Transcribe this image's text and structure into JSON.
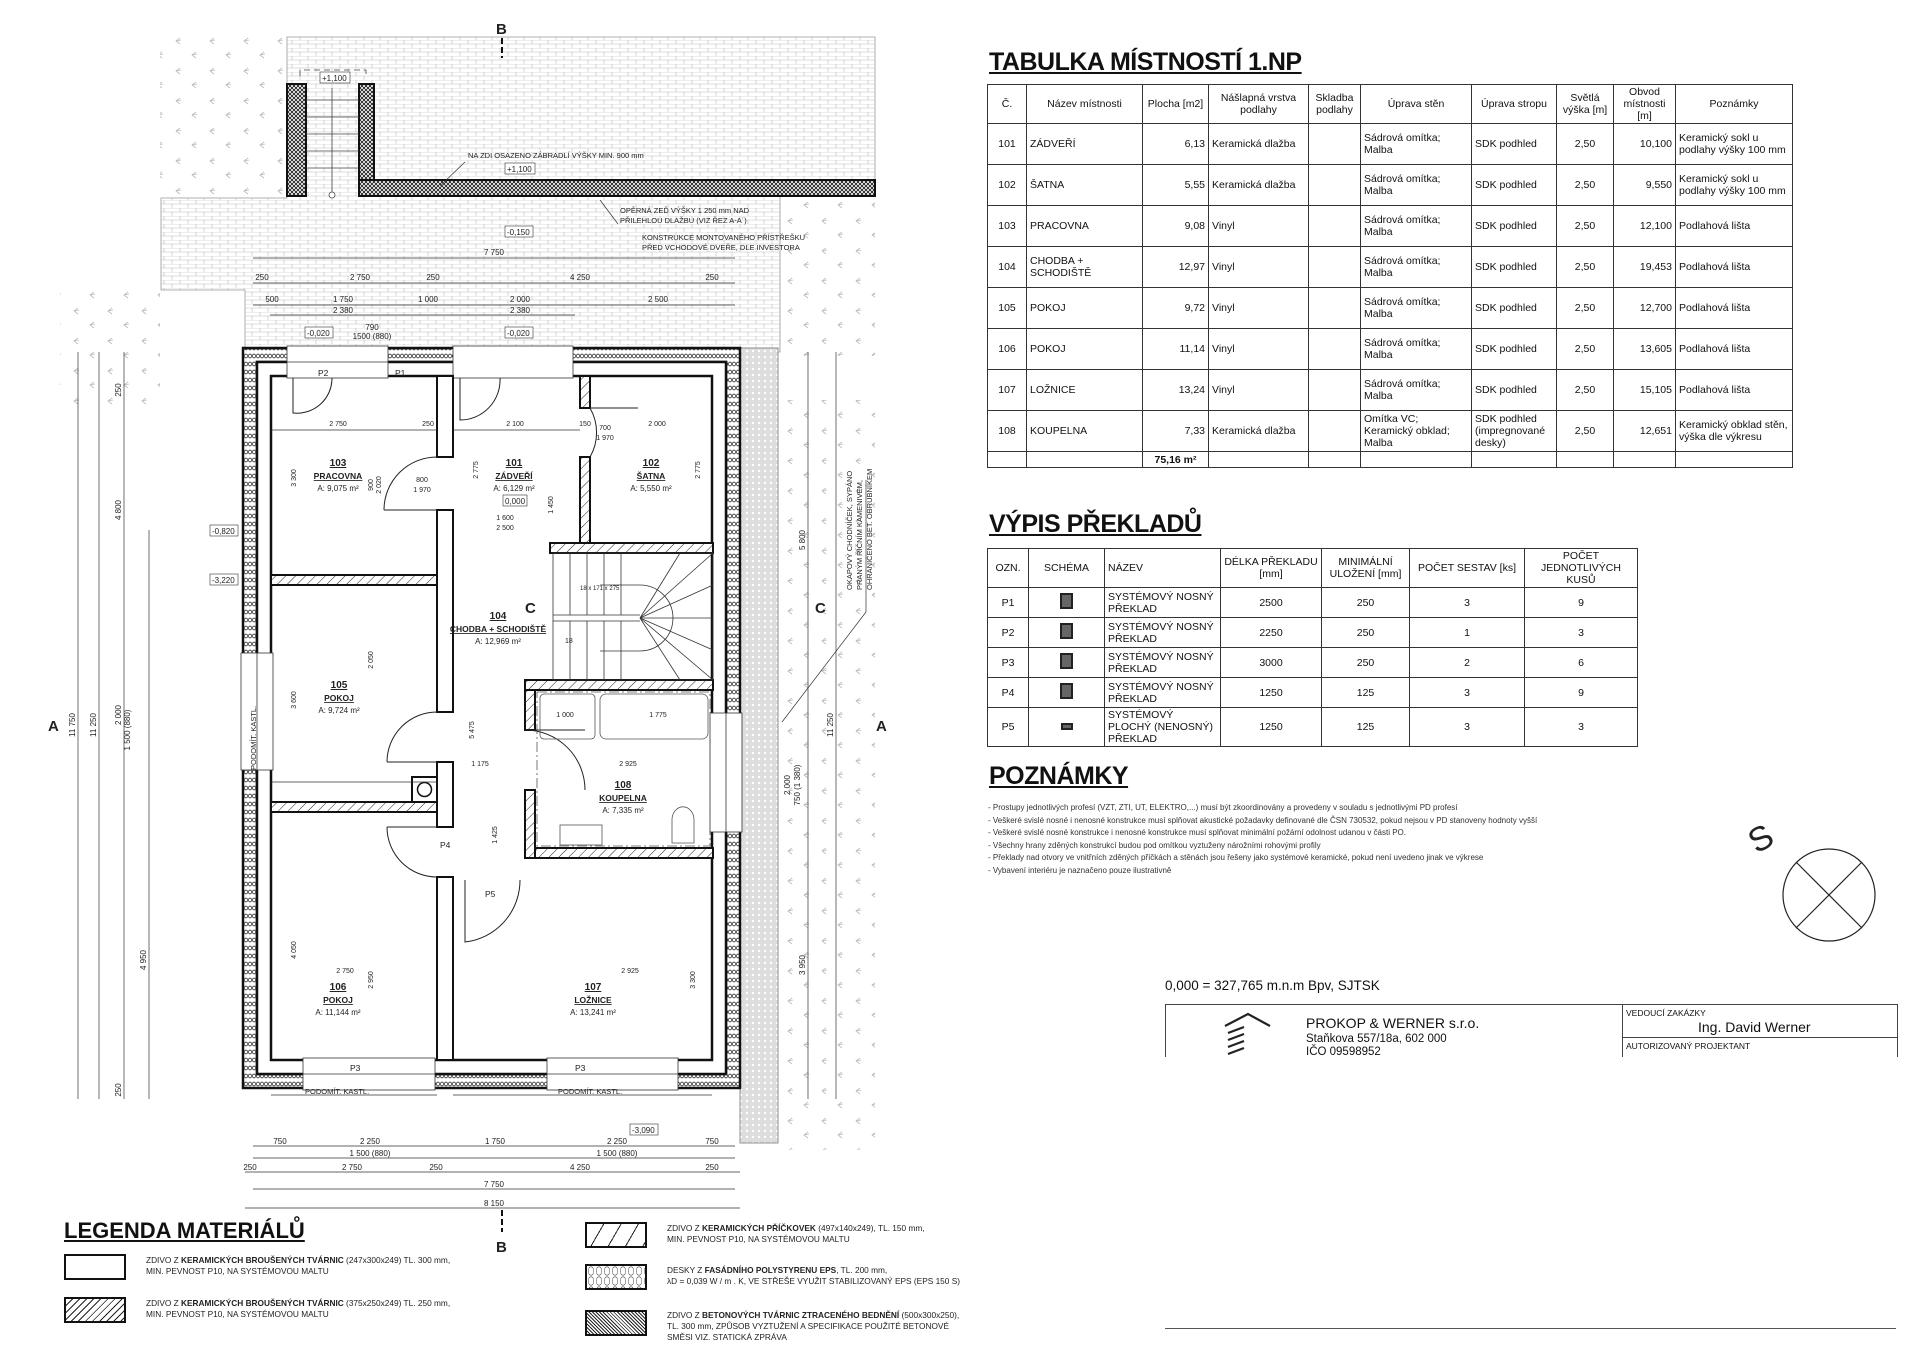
{
  "room_table": {
    "title": "TABULKA MÍSTNOSTÍ 1.NP",
    "headers": [
      "Č.",
      "Název místnosti",
      "Plocha [m2]",
      "Nášlapná vrstva podlahy",
      "Skladba podlahy",
      "Úprava stěn",
      "Úprava stropu",
      "Světlá výška [m]",
      "Obvod místnosti [m]",
      "Poznámky"
    ],
    "rows": [
      [
        "101",
        "ZÁDVEŘÍ",
        "6,13",
        "Keramická dlažba",
        "",
        "Sádrová omítka; Malba",
        "SDK podhled",
        "2,50",
        "10,100",
        "Keramický sokl u podlahy výšky 100 mm"
      ],
      [
        "102",
        "ŠATNA",
        "5,55",
        "Keramická dlažba",
        "",
        "Sádrová omítka; Malba",
        "SDK podhled",
        "2,50",
        "9,550",
        "Keramický sokl u podlahy výšky 100 mm"
      ],
      [
        "103",
        "PRACOVNA",
        "9,08",
        "Vinyl",
        "",
        "Sádrová omítka; Malba",
        "SDK podhled",
        "2,50",
        "12,100",
        "Podlahová lišta"
      ],
      [
        "104",
        "CHODBA + SCHODIŠTĚ",
        "12,97",
        "Vinyl",
        "",
        "Sádrová omítka; Malba",
        "SDK podhled",
        "2,50",
        "19,453",
        "Podlahová lišta"
      ],
      [
        "105",
        "POKOJ",
        "9,72",
        "Vinyl",
        "",
        "Sádrová omítka; Malba",
        "SDK podhled",
        "2,50",
        "12,700",
        "Podlahová lišta"
      ],
      [
        "106",
        "POKOJ",
        "11,14",
        "Vinyl",
        "",
        "Sádrová omítka; Malba",
        "SDK podhled",
        "2,50",
        "13,605",
        "Podlahová lišta"
      ],
      [
        "107",
        "LOŽNICE",
        "13,24",
        "Vinyl",
        "",
        "Sádrová omítka; Malba",
        "SDK podhled",
        "2,50",
        "15,105",
        "Podlahová lišta"
      ],
      [
        "108",
        "KOUPELNA",
        "7,33",
        "Keramická dlažba",
        "",
        "Omítka VC; Keramický obklad; Malba",
        "SDK podhled (impregnované desky)",
        "2,50",
        "12,651",
        "Keramický obklad stěn,  výška dle výkresu"
      ]
    ],
    "total": "75,16 m²"
  },
  "lintel_table": {
    "title": "VÝPIS PŘEKLADŮ",
    "headers": [
      "OZN.",
      "SCHÉMA",
      "NÁZEV",
      "DÉLKA PŘEKLADU [mm]",
      "MINIMÁLNÍ ULOŽENÍ [mm]",
      "POČET SESTAV [ks]",
      "POČET JEDNOTLIVÝCH KUSŮ"
    ],
    "rows": [
      {
        "code": "P1",
        "schema": "nosny",
        "name": "SYSTÉMOVÝ NOSNÝ PŘEKLAD",
        "length": "2500",
        "bearing": "250",
        "sets": "3",
        "pieces": "9"
      },
      {
        "code": "P2",
        "schema": "nosny",
        "name": "SYSTÉMOVÝ NOSNÝ PŘEKLAD",
        "length": "2250",
        "bearing": "250",
        "sets": "1",
        "pieces": "3"
      },
      {
        "code": "P3",
        "schema": "nosny",
        "name": "SYSTÉMOVÝ NOSNÝ PŘEKLAD",
        "length": "3000",
        "bearing": "250",
        "sets": "2",
        "pieces": "6"
      },
      {
        "code": "P4",
        "schema": "nosny",
        "name": "SYSTÉMOVÝ NOSNÝ PŘEKLAD",
        "length": "1250",
        "bearing": "125",
        "sets": "3",
        "pieces": "9"
      },
      {
        "code": "P5",
        "schema": "plochy",
        "name": "SYSTÉMOVÝ PLOCHÝ (NENOSNÝ) PŘEKLAD",
        "length": "1250",
        "bearing": "125",
        "sets": "3",
        "pieces": "3"
      }
    ]
  },
  "notes": {
    "title": "POZNÁMKY",
    "items": [
      "- Prostupy jednotlivých profesí (VZT, ZTI, UT, ELEKTRO,...) musí být zkoordinovány a provedeny v souladu s jednotlivými PD profesí",
      "- Veškeré svislé nosné i nenosné konstrukce musí splňovat akustické požadavky definované dle ČSN 730532, pokud nejsou v PD stanoveny hodnoty vyšší",
      "- Veškeré svislé nosné konstrukce i nenosné konstrukce musí splňovat minimální požární odolnost udanou v části PO.",
      "- Všechny hrany zděných konstrukcí budou pod omítkou vyztuženy nárožními rohovými profily",
      "- Překlady nad otvory ve vnitřních zděných příčkách a stěnách jsou řešeny jako systémové keramické, pokud není uvedeno jinak ve výkrese",
      "- Vybavení interiéru je naznačeno pouze ilustrativně"
    ]
  },
  "elevation_reference": "0,000 = 327,765 m.n.m Bpv, SJTSK",
  "title_block": {
    "company": "PROKOP & WERNER s.r.o.",
    "address": "Staňkova 557/18a, 602 000",
    "ico": "IČO 09598952",
    "lead_label": "VEDOUCÍ ZAKÁZKY",
    "lead_name": "Ing. David Werner",
    "author_label": "AUTORIZOVANÝ PROJEKTANT"
  },
  "legend": {
    "title": "LEGENDA MATERIÁLŮ",
    "items": [
      {
        "pre": "ZDIVO Z ",
        "bold": "KERAMICKÝCH BROUŠENÝCH TVÁRNIC",
        "post": " (247x300x249) TL. 300 mm,",
        "line2": "MIN. PEVNOST P10, NA SYSTÉMOVOU MALTU",
        "line3": ""
      },
      {
        "pre": "ZDIVO Z ",
        "bold": "KERAMICKÝCH BROUŠENÝCH TVÁRNIC",
        "post": " (375x250x249) TL. 250 mm,",
        "line2": "MIN. PEVNOST P10, NA SYSTÉMOVOU MALTU",
        "line3": ""
      },
      {
        "pre": "ZDIVO Z ",
        "bold": "KERAMICKÝCH PŘÍČKOVEK",
        "post": " (497x140x249), TL. 150 mm,",
        "line2": "MIN. PEVNOST P10, NA SYSTÉMOVOU MALTU",
        "line3": ""
      },
      {
        "pre": "DESKY Z ",
        "bold": "FASÁDNÍHO POLYSTYRENU EPS",
        "post": ", TL. 200 mm,",
        "line2": "λD = 0,039 W / m . K, VE STŘEŠE VYUŽIT STABILIZOVANÝ EPS (EPS 150 S)",
        "line3": ""
      },
      {
        "pre": "ZDIVO Z ",
        "bold": "BETONOVÝCH TVÁRNIC ZTRACENÉHO BEDNĚNÍ",
        "post": " (500x300x250),",
        "line2": "TL. 300 mm, ZPŮSOB VYZTUŽENÍ A SPECIFIKACE POUŽITÉ BETONOVÉ",
        "line3": "SMĚSI VIZ. STATICKÁ ZPRÁVA"
      }
    ]
  },
  "plan": {
    "rooms": [
      {
        "number": "101",
        "name": "ZÁDVEŘÍ",
        "area": "A: 6,129 m²"
      },
      {
        "number": "102",
        "name": "ŠATNA",
        "area": "A: 5,550 m²"
      },
      {
        "number": "103",
        "name": "PRACOVNA",
        "area": "A: 9,075 m²"
      },
      {
        "number": "104",
        "name": "CHODBA + SCHODIŠTĚ",
        "area": "A: 12,969 m²"
      },
      {
        "number": "105",
        "name": "POKOJ",
        "area": "A: 9,724 m²"
      },
      {
        "number": "106",
        "name": "POKOJ",
        "area": "A: 11,144 m²"
      },
      {
        "number": "107",
        "name": "LOŽNICE",
        "area": "A: 13,241 m²"
      },
      {
        "number": "108",
        "name": "KOUPELNA",
        "area": "A: 7,335 m²"
      }
    ],
    "annotations": {
      "railing": "NA ZDI OSAZENO ZÁBRADLÍ VÝŠKY MIN. 900 mm",
      "retaining_1": "OPĚRNÁ ZEĎ VÝŠKY 1 250 mm NAD",
      "retaining_2": "PŘILEHLOU DLAŽBU (VIZ ŘEZ A-A´)",
      "canopy_1": "KONSTRUKCE MONTOVANÉHO PŘÍSTŘEŠKU",
      "canopy_2": "PŘED VCHODOVÉ DVEŘE, DLE INVESTORA",
      "gutter_1": "OKAPOVÝ CHODNÍČEK, SYPÁNO",
      "gutter_2": "PRANÝM ŘÍČNÍM KAMENIVEM,",
      "gutter_3": "OHRANIČENO BET. OBRUBNÍKEM",
      "box": "PODOMÍT. KASTL.",
      "stair_spec": "18 x 171 x 275",
      "stair_count": "18"
    },
    "levels": {
      "top_stair": "+1,100",
      "wall_top": "+1,100",
      "terrace": "-0,150",
      "entry_left": "-0,020",
      "entry_right": "-0,020",
      "floor": "0,000",
      "left_1": "-0,820",
      "left_2": "-3,220",
      "bottom": "-3,090"
    },
    "sections": {
      "a": "A",
      "b": "B",
      "c": "C"
    },
    "lintel_tags": [
      "P1",
      "P2",
      "P3",
      "P4",
      "P5"
    ],
    "dims_top": [
      "7 750",
      "250",
      "2 750",
      "250",
      "4 250",
      "250",
      "500",
      "1 750",
      "1 000",
      "2 000",
      "2 500",
      "2 380",
      "2 380",
      "790",
      "1500 (880)"
    ],
    "dims_bottom": [
      "750",
      "2 250",
      "1 750",
      "2 250",
      "750",
      "1 500 (880)",
      "1 500 (880)",
      "250",
      "2 750",
      "250",
      "4 250",
      "250",
      "7 750",
      "8 150"
    ],
    "dims_left": [
      "11 750",
      "11 250",
      "2 000",
      "1 500 (880)",
      "4 800",
      "4 950",
      "250",
      "250"
    ],
    "dims_right": [
      "5 800",
      "11 250",
      "3 950",
      "2 000",
      "750 (1 380)"
    ],
    "dims_inner": [
      "2 750",
      "250",
      "2 100",
      "150",
      "2 000",
      "3 300",
      "2 775",
      "2 775",
      "800",
      "1 970",
      "700",
      "1 970",
      "900",
      "2 020",
      "1 600",
      "2 500",
      "1 450",
      "2 050",
      "3 600",
      "5 475",
      "1 000",
      "1 775",
      "2 925",
      "1 175",
      "4 050",
      "2 950",
      "2 750",
      "2 925",
      "3 300",
      "1 425"
    ]
  },
  "north_symbol": "S"
}
